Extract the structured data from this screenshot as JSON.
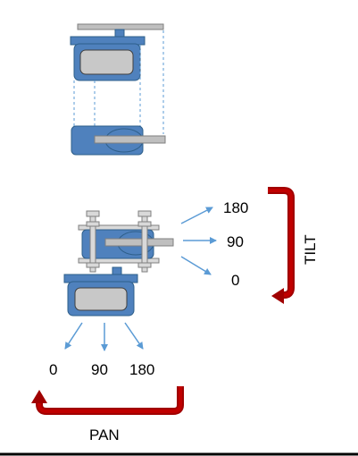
{
  "tilt": {
    "label": "TILT",
    "angles": [
      "180",
      "90",
      "0"
    ]
  },
  "pan": {
    "label": "PAN",
    "angles": [
      "0",
      "90",
      "180"
    ]
  },
  "colors": {
    "servo_body": "#4f81bd",
    "servo_outline": "#2e5f8a",
    "servo_window": "#c8c8c8",
    "horn": "#bfbfbf",
    "arrow_blue": "#5b9bd5",
    "arrow_red": "#c00000",
    "guide_line": "#5b9bd5"
  }
}
